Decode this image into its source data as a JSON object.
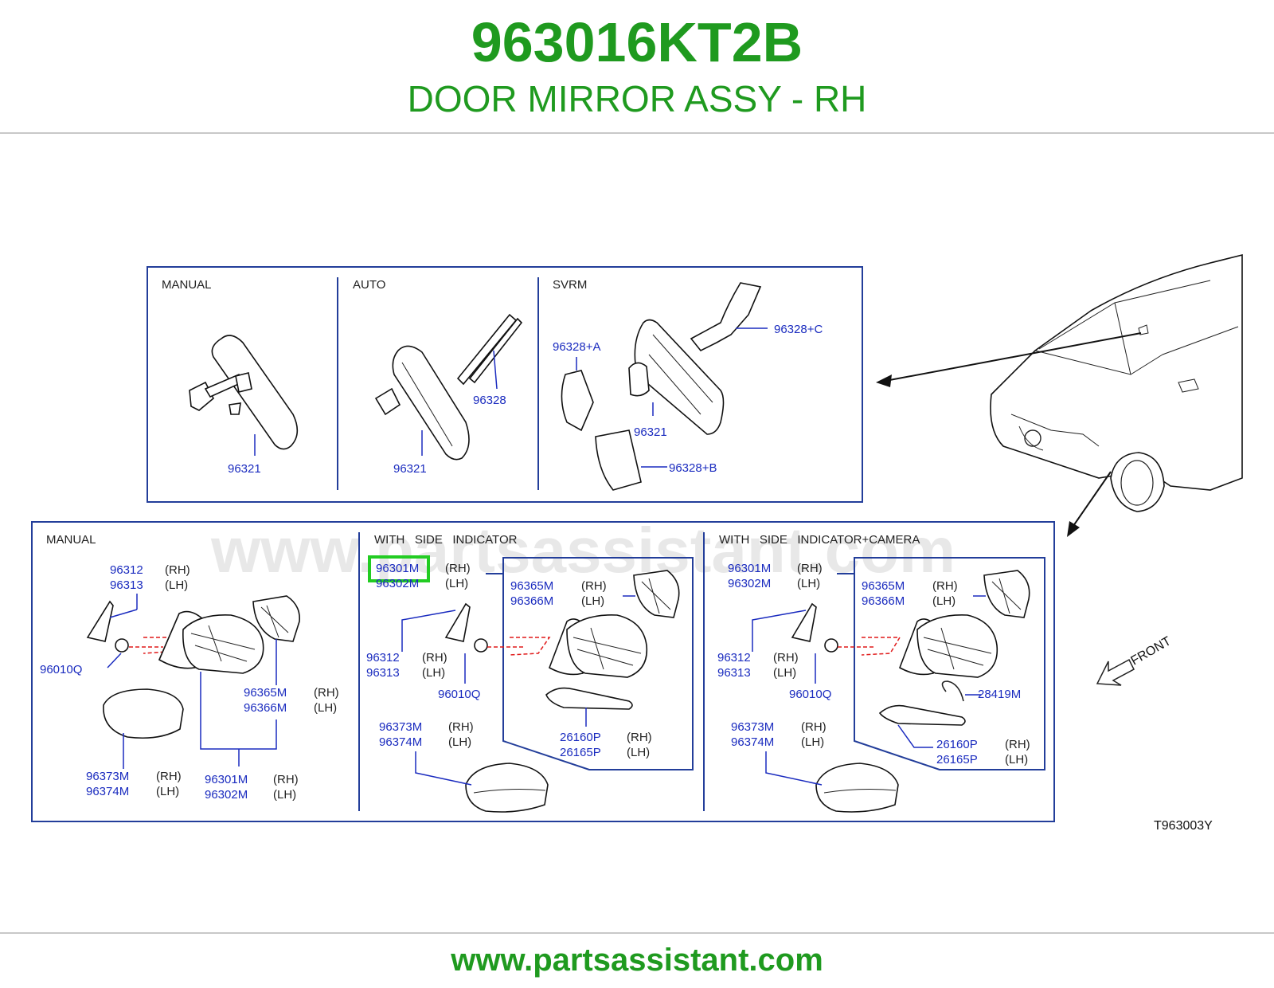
{
  "header": {
    "part_code": "963016KT2B",
    "part_name": "DOOR MIRROR ASSY - RH"
  },
  "watermark": "www.partsassistant.com",
  "footer": {
    "url": "www.partsassistant.com"
  },
  "diagram_ref": "T963003Y",
  "front_label": "FRONT",
  "highlight_color": "#22cc22",
  "inside_mirror": {
    "sections": [
      "MANUAL",
      "AUTO",
      "SVRM"
    ],
    "labels": {
      "manual_96321": "96321",
      "auto_96321": "96321",
      "auto_96328": "96328",
      "svrm_a": "96328+A",
      "svrm_b": "96328+B",
      "svrm_c": "96328+C",
      "svrm_96321": "96321"
    }
  },
  "door_mirror": {
    "sections": [
      "MANUAL",
      "WITH   SIDE   INDICATOR",
      "WITH   SIDE   INDICATOR+CAMERA"
    ],
    "rh": "(RH)",
    "lh": "(LH)",
    "manual": {
      "p96312": "96312",
      "p96313": "96313",
      "p96010q": "96010Q",
      "p96365m": "96365M",
      "p96366m": "96366M",
      "p96373m": "96373M",
      "p96374m": "96374M",
      "p96301m": "96301M",
      "p96302m": "96302M"
    },
    "indicator": {
      "p96301m": "96301M",
      "p96302m": "96302M",
      "p96365m": "96365M",
      "p96366m": "96366M",
      "p96312": "96312",
      "p96313": "96313",
      "p96010q": "96010Q",
      "p96373m": "96373M",
      "p96374m": "96374M",
      "p26160p": "26160P",
      "p26165p": "26165P"
    },
    "camera": {
      "p96301m": "96301M",
      "p96302m": "96302M",
      "p96365m": "96365M",
      "p96366m": "96366M",
      "p96312": "96312",
      "p96313": "96313",
      "p96010q": "96010Q",
      "p28419m": "28419M",
      "p96373m": "96373M",
      "p96374m": "96374M",
      "p26160p": "26160P",
      "p26165p": "26165P"
    }
  }
}
